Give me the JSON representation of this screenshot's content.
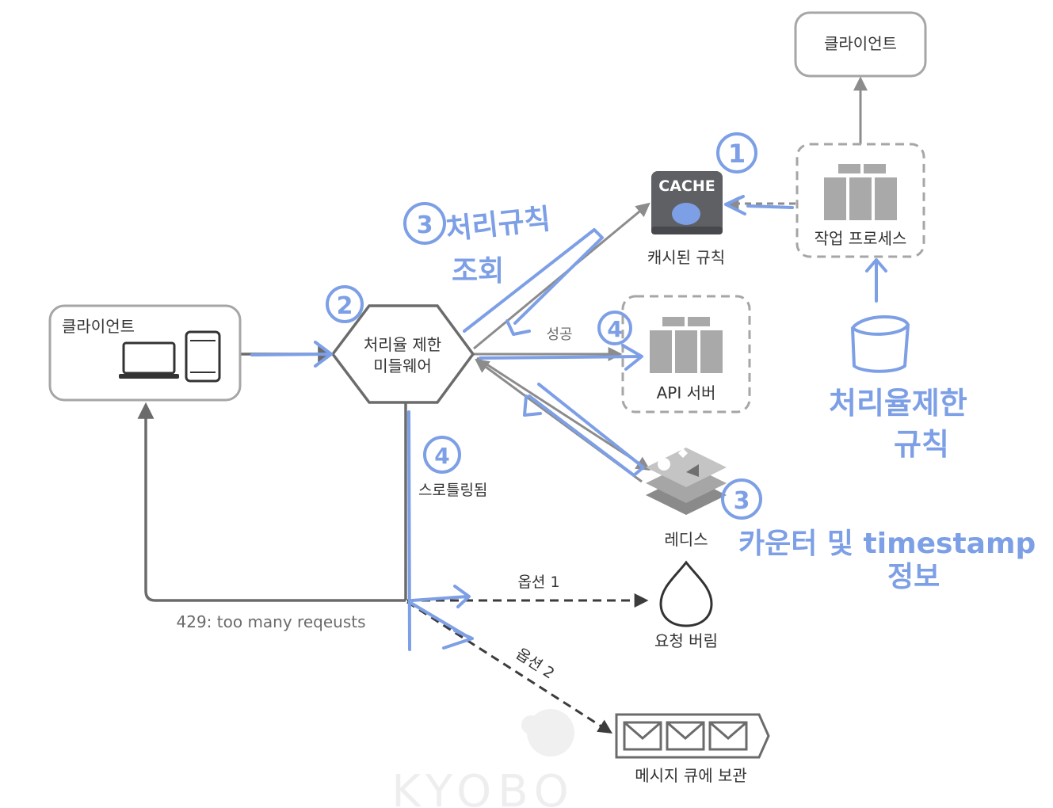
{
  "nodes": {
    "client_left": "클라이언트",
    "rate_limiter_line1": "처리율 제한",
    "rate_limiter_line2": "미들웨어",
    "cache_badge": "CACHE",
    "cache_caption": "캐시된 규칙",
    "worker_caption": "작업 프로세스",
    "client_top": "클라이언트",
    "api_server": "API 서버",
    "redis": "레디스",
    "drop": "요청 버림",
    "message_queue": "메시지 큐에 보관"
  },
  "edges": {
    "success": "성공",
    "throttled": "스로틀링됨",
    "option1": "옵션 1",
    "option2": "옵션 2",
    "too_many": "429: too many reqeusts"
  },
  "annotations": {
    "n1_cache": "1",
    "n2_middleware": "2",
    "n3_rules": "3",
    "rules_line1": "처리규칙",
    "rules_line2": "조회",
    "n4_api": "4",
    "n4_throttle": "4",
    "n3_redis": "3",
    "redis_note_line1": "카운터 및 timestamp",
    "redis_note_line2": "정보",
    "rules_store_line1": "처리율제한",
    "rules_store_line2": "규칙"
  },
  "watermark": "KYOBO",
  "colors": {
    "annotation_blue": "#7d9fe6",
    "line_gray": "#6b6b6b",
    "box_border": "#a6a6a6"
  }
}
